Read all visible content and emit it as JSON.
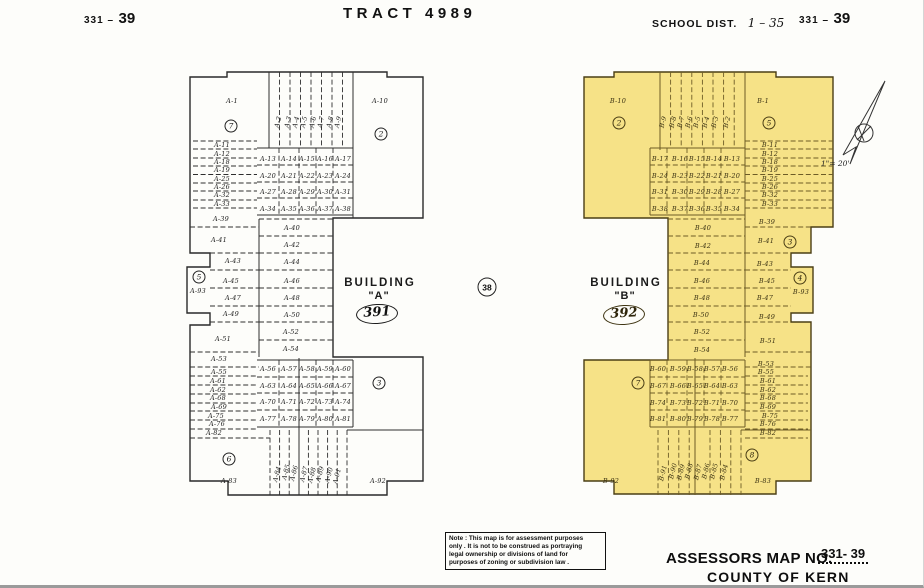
{
  "header": {
    "map_no_left_prefix": "331 –",
    "map_no_left": "39",
    "tract_title": "TRACT  4989",
    "school_district_label": "SCHOOL  DIST.",
    "school_district_value": "1 – 35",
    "map_no_right_prefix": "331 –",
    "map_no_right": "39"
  },
  "compass": {
    "scale": "1\"= 20'"
  },
  "map": {
    "junction_circle": "38",
    "building_a": {
      "title_line1": "BUILDING",
      "title_line2": "\"A\"",
      "number": "391",
      "line_color": "#2e2e2e",
      "circles": [
        [
          "7",
          231,
          126
        ],
        [
          "2",
          381,
          134
        ],
        [
          "5",
          199,
          277
        ],
        [
          "3",
          379,
          383
        ],
        [
          "6",
          229,
          459
        ]
      ],
      "labels": [
        [
          "A-1",
          232,
          101
        ],
        [
          "A-2",
          278,
          122,
          1
        ],
        [
          "A-3",
          288,
          122,
          1
        ],
        [
          "A-4",
          296,
          122,
          1
        ],
        [
          "A-5",
          304,
          122,
          1
        ],
        [
          "A-6",
          313,
          122,
          1
        ],
        [
          "A-7",
          321,
          122,
          1
        ],
        [
          "A-8",
          330,
          122,
          1
        ],
        [
          "A-9",
          338,
          122,
          1
        ],
        [
          "A-10",
          380,
          101
        ],
        [
          "A-11",
          222,
          145
        ],
        [
          "A-12",
          222,
          154
        ],
        [
          "A-18",
          222,
          162
        ],
        [
          "A-19",
          222,
          170
        ],
        [
          "A-25",
          222,
          179
        ],
        [
          "A-26",
          222,
          187
        ],
        [
          "A-32",
          222,
          195
        ],
        [
          "A-33",
          222,
          204
        ],
        [
          "A-13",
          268,
          159
        ],
        [
          "A-14",
          289,
          159
        ],
        [
          "A-15",
          307,
          159
        ],
        [
          "A-16",
          325,
          159
        ],
        [
          "A-17",
          343,
          159
        ],
        [
          "A-20",
          268,
          176
        ],
        [
          "A-21",
          289,
          176
        ],
        [
          "A-22",
          307,
          176
        ],
        [
          "A-23",
          325,
          176
        ],
        [
          "A-24",
          343,
          176
        ],
        [
          "A-27",
          268,
          192
        ],
        [
          "A-28",
          289,
          192
        ],
        [
          "A-29",
          307,
          192
        ],
        [
          "A-30",
          325,
          192
        ],
        [
          "A-31",
          343,
          192
        ],
        [
          "A-34",
          268,
          209
        ],
        [
          "A-35",
          289,
          209
        ],
        [
          "A-36",
          307,
          209
        ],
        [
          "A-37",
          325,
          209
        ],
        [
          "A-38",
          343,
          209
        ],
        [
          "A-39",
          221,
          219
        ],
        [
          "A-41",
          219,
          240
        ],
        [
          "A-43",
          233,
          261
        ],
        [
          "A-45",
          231,
          281
        ],
        [
          "A-47",
          233,
          298
        ],
        [
          "A-49",
          231,
          314
        ],
        [
          "A-51",
          223,
          339
        ],
        [
          "A-53",
          219,
          359
        ],
        [
          "A-93",
          198,
          291
        ],
        [
          "A-40",
          292,
          228
        ],
        [
          "A-42",
          292,
          245
        ],
        [
          "A-44",
          292,
          262
        ],
        [
          "A-46",
          292,
          281
        ],
        [
          "A-48",
          292,
          298
        ],
        [
          "A-50",
          292,
          315
        ],
        [
          "A-52",
          291,
          332
        ],
        [
          "A-54",
          291,
          349
        ],
        [
          "A-55",
          219,
          372
        ],
        [
          "A-61",
          218,
          381
        ],
        [
          "A-62",
          218,
          390
        ],
        [
          "A-68",
          218,
          398
        ],
        [
          "A-69",
          219,
          407
        ],
        [
          "A-75",
          216,
          416
        ],
        [
          "A-76",
          217,
          424
        ],
        [
          "A-82",
          214,
          433
        ],
        [
          "A-56",
          268,
          369
        ],
        [
          "A-57",
          289,
          369
        ],
        [
          "A-58",
          307,
          369
        ],
        [
          "A-59",
          325,
          369
        ],
        [
          "A-60",
          343,
          369
        ],
        [
          "A-63",
          268,
          386
        ],
        [
          "A-64",
          289,
          386
        ],
        [
          "A-65",
          307,
          386
        ],
        [
          "A-66",
          325,
          386
        ],
        [
          "A-67",
          343,
          386
        ],
        [
          "A-70",
          268,
          402
        ],
        [
          "A-71",
          289,
          402
        ],
        [
          "A-72",
          307,
          402
        ],
        [
          "A-73",
          325,
          402
        ],
        [
          "A-74",
          343,
          402
        ],
        [
          "A-77",
          268,
          419
        ],
        [
          "A-78",
          289,
          419
        ],
        [
          "A-79",
          307,
          419
        ],
        [
          "A-80",
          325,
          419
        ],
        [
          "A-81",
          343,
          419
        ],
        [
          "A-83",
          229,
          481
        ],
        [
          "A-84",
          277,
          474,
          1
        ],
        [
          "A-85",
          286,
          472,
          1
        ],
        [
          "A-86",
          294,
          473,
          1
        ],
        [
          "A-87",
          304,
          474,
          1
        ],
        [
          "A-88",
          312,
          475,
          1
        ],
        [
          "A-89",
          320,
          474,
          1
        ],
        [
          "A-90",
          329,
          475,
          1
        ],
        [
          "A-91",
          337,
          476,
          1
        ],
        [
          "A-92",
          378,
          481
        ]
      ]
    },
    "building_b": {
      "title_line1": "BUILDING",
      "title_line2": "\"B\"",
      "number": "392",
      "highlight_color": "#f6e287",
      "line_color": "#6d5c26",
      "outline_color": "#4a3e15",
      "circles": [
        [
          "2",
          619,
          123
        ],
        [
          "5",
          769,
          123
        ],
        [
          "3",
          790,
          242
        ],
        [
          "4",
          800,
          278
        ],
        [
          "7",
          638,
          383
        ],
        [
          "8",
          752,
          455
        ]
      ],
      "labels": [
        [
          "B-10",
          618,
          101
        ],
        [
          "B-9",
          663,
          122,
          1
        ],
        [
          "B-8",
          673,
          122,
          1
        ],
        [
          "B-7",
          681,
          122,
          1
        ],
        [
          "B-6",
          689,
          122,
          1
        ],
        [
          "B-5",
          697,
          122,
          1
        ],
        [
          "B-4",
          706,
          122,
          1
        ],
        [
          "B-3",
          715,
          122,
          1
        ],
        [
          "B-2",
          727,
          122,
          1
        ],
        [
          "B-1",
          763,
          101
        ],
        [
          "B-11",
          770,
          145
        ],
        [
          "B-12",
          770,
          154
        ],
        [
          "B-18",
          770,
          162
        ],
        [
          "B-19",
          770,
          170
        ],
        [
          "B-25",
          770,
          179
        ],
        [
          "B-26",
          770,
          187
        ],
        [
          "B-32",
          770,
          195
        ],
        [
          "B-33",
          770,
          204
        ],
        [
          "B-17",
          660,
          159
        ],
        [
          "B-16",
          680,
          159
        ],
        [
          "B-15",
          697,
          159
        ],
        [
          "B-14",
          714,
          159
        ],
        [
          "B-13",
          732,
          159
        ],
        [
          "B-24",
          660,
          176
        ],
        [
          "B-23",
          680,
          176
        ],
        [
          "B-22",
          697,
          176
        ],
        [
          "B-21",
          714,
          176
        ],
        [
          "B-20",
          732,
          176
        ],
        [
          "B-31",
          660,
          192
        ],
        [
          "B-30",
          680,
          192
        ],
        [
          "B-29",
          697,
          192
        ],
        [
          "B-28",
          714,
          192
        ],
        [
          "B-27",
          732,
          192
        ],
        [
          "B-38",
          660,
          209
        ],
        [
          "B-37",
          680,
          209
        ],
        [
          "B-36",
          697,
          209
        ],
        [
          "B-35",
          714,
          209
        ],
        [
          "B-34",
          732,
          209
        ],
        [
          "B-39",
          767,
          222
        ],
        [
          "B-41",
          766,
          241
        ],
        [
          "B-43",
          765,
          264
        ],
        [
          "B-45",
          767,
          281
        ],
        [
          "B-47",
          765,
          298
        ],
        [
          "B-49",
          767,
          317
        ],
        [
          "B-51",
          768,
          341
        ],
        [
          "B-53",
          766,
          364
        ],
        [
          "B-93",
          801,
          292
        ],
        [
          "B-40",
          703,
          228
        ],
        [
          "B-42",
          703,
          246
        ],
        [
          "B-44",
          702,
          263
        ],
        [
          "B-46",
          702,
          281
        ],
        [
          "B-48",
          702,
          298
        ],
        [
          "B-50",
          701,
          315
        ],
        [
          "B-52",
          702,
          332
        ],
        [
          "B-54",
          702,
          350
        ],
        [
          "B-55",
          766,
          372
        ],
        [
          "B-61",
          768,
          381
        ],
        [
          "B-62",
          768,
          390
        ],
        [
          "B-68",
          768,
          398
        ],
        [
          "B-69",
          768,
          407
        ],
        [
          "B-75",
          770,
          416
        ],
        [
          "B-76",
          768,
          424
        ],
        [
          "B-82",
          768,
          433
        ],
        [
          "B-60",
          658,
          369
        ],
        [
          "B-59",
          678,
          369
        ],
        [
          "B-58",
          695,
          369
        ],
        [
          "B-57",
          712,
          369
        ],
        [
          "B-56",
          730,
          369
        ],
        [
          "B-67",
          658,
          386
        ],
        [
          "B-66",
          678,
          386
        ],
        [
          "B-65",
          695,
          386
        ],
        [
          "B-64",
          712,
          386
        ],
        [
          "B-63",
          730,
          386
        ],
        [
          "B-74",
          658,
          403
        ],
        [
          "B-73",
          678,
          403
        ],
        [
          "B-72",
          695,
          403
        ],
        [
          "B-71",
          712,
          403
        ],
        [
          "B-70",
          730,
          403
        ],
        [
          "B-81",
          658,
          419
        ],
        [
          "B-80",
          678,
          419
        ],
        [
          "B-79",
          695,
          419
        ],
        [
          "B-78",
          712,
          419
        ],
        [
          "B-77",
          730,
          419
        ],
        [
          "B-92",
          611,
          481
        ],
        [
          "B-91",
          663,
          473,
          1
        ],
        [
          "B-90",
          673,
          471,
          1
        ],
        [
          "B-89",
          681,
          472,
          1
        ],
        [
          "B-88",
          689,
          471,
          1
        ],
        [
          "B-87",
          698,
          472,
          1
        ],
        [
          "B-86",
          706,
          471,
          1
        ],
        [
          "B-85",
          714,
          471,
          1
        ],
        [
          "B-84",
          724,
          472,
          1
        ],
        [
          "B-83",
          763,
          481
        ]
      ]
    }
  },
  "note": {
    "line1": "Note : This map is for assessment purposes",
    "line2": "only . It is not to be construed as portraying",
    "line3": "legal ownership or divisions of land for",
    "line4": "purposes of zoning or subdivision law ."
  },
  "footer": {
    "title": "ASSESSORS MAP NO.",
    "number": "331- 39",
    "county": "COUNTY OF KERN"
  }
}
